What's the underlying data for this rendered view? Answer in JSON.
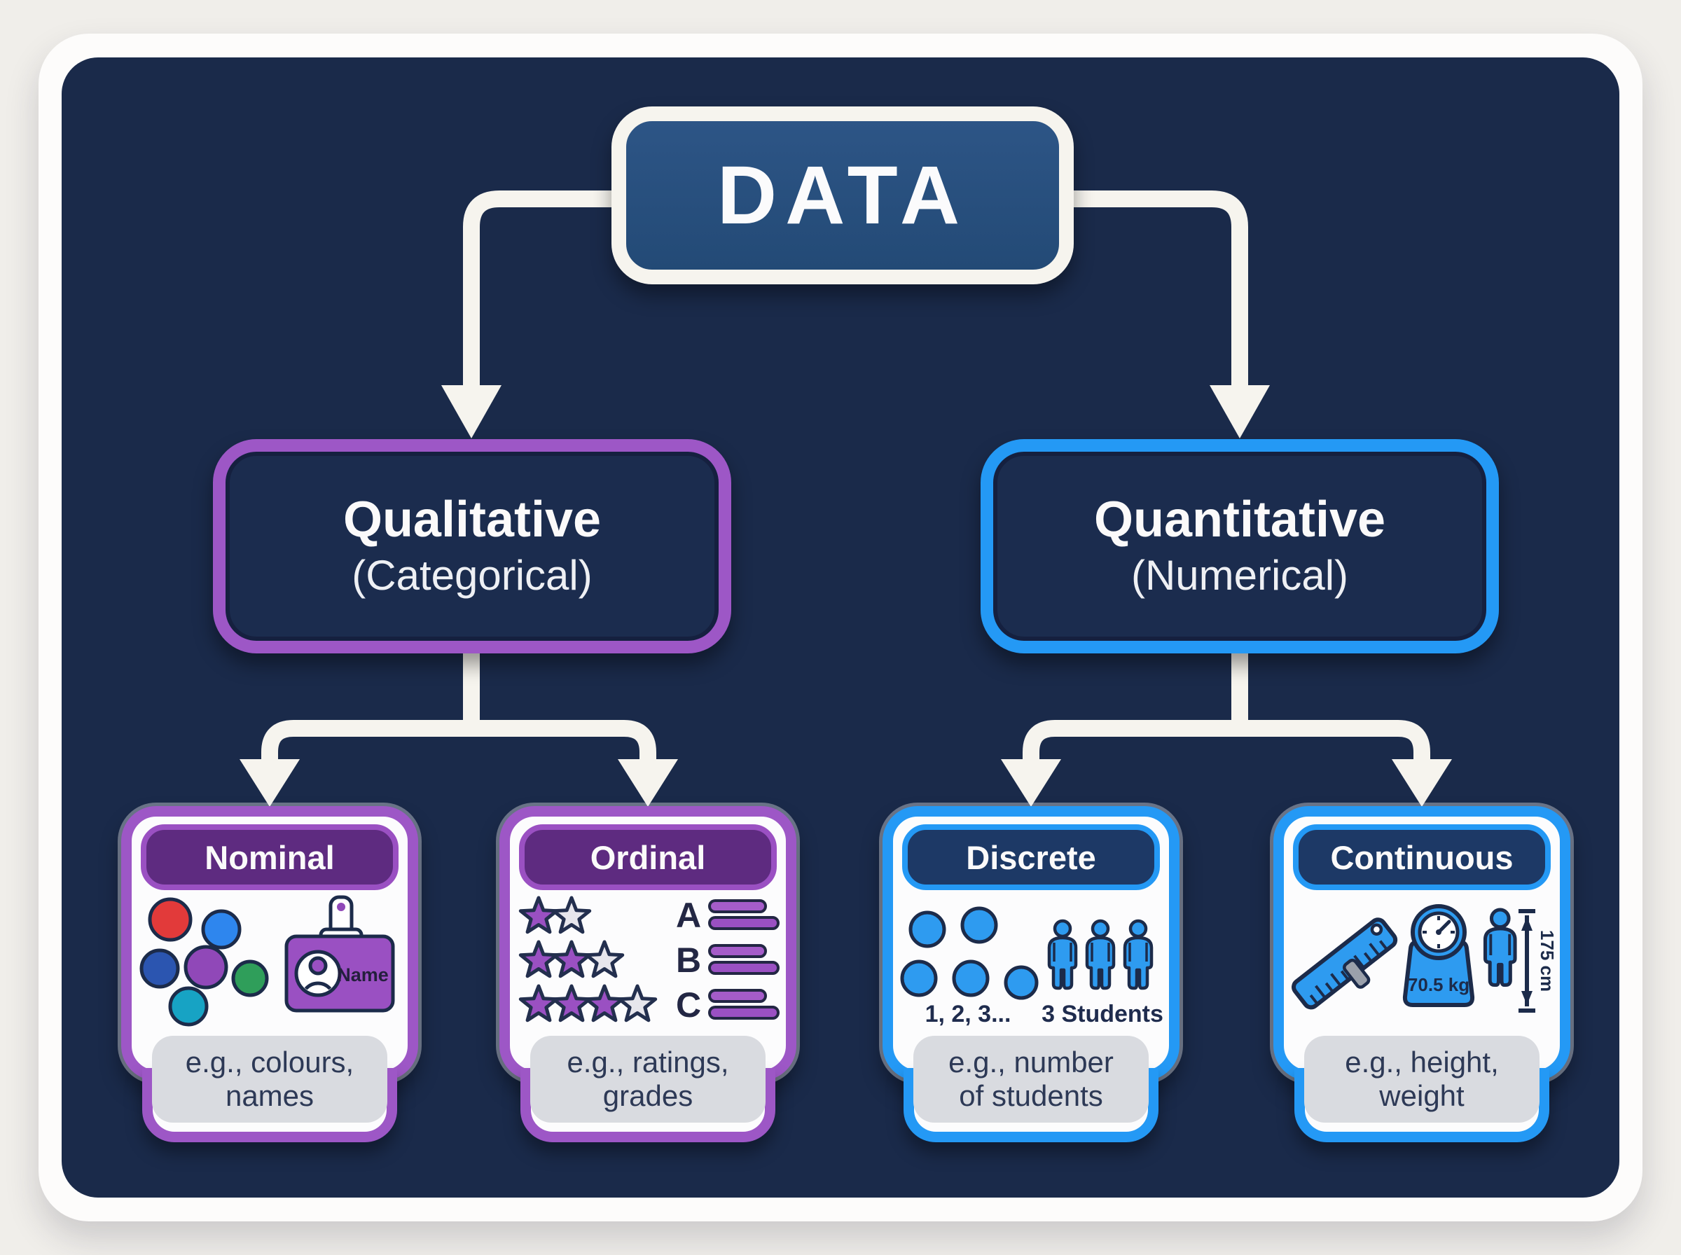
{
  "colors": {
    "page_bg": "#f0eeea",
    "frame_bg": "#fdfcfb",
    "panel_bg": "#1a2a4a",
    "connector": "#f6f4ee",
    "data_node_fill": "#2a4e7d",
    "purple_border": "#9d57c6",
    "purple_header": "#5e2b80",
    "purple_icon": "#9a50c2",
    "blue_border": "#2499f5",
    "blue_header": "#1d3966",
    "blue_icon": "#2e9bf0",
    "navy_text": "#232f4e",
    "example_bg": "#d9dbe0"
  },
  "root": {
    "label": "DATA"
  },
  "branches": [
    {
      "label": "Qualitative",
      "sublabel": "(Categorical)"
    },
    {
      "label": "Quantitative",
      "sublabel": "(Numerical)"
    }
  ],
  "cards": [
    {
      "title": "Nominal",
      "example_lines": [
        "e.g., colours,",
        "names"
      ],
      "icons": [
        "colored-dots-icon",
        "id-badge-icon"
      ],
      "badge_label": "Name",
      "dot_colors": [
        "#e23a3a",
        "#2e86ee",
        "#2b55b0",
        "#9048b8",
        "#2f9e5a",
        "#17a3c4"
      ]
    },
    {
      "title": "Ordinal",
      "example_lines": [
        "e.g., ratings,",
        "grades"
      ],
      "icons": [
        "star-rating-icon",
        "grade-list-icon"
      ],
      "star_rows": [
        {
          "filled": 1,
          "empty": 1
        },
        {
          "filled": 2,
          "empty": 1
        },
        {
          "filled": 3,
          "empty": 1
        }
      ],
      "grades": [
        "A",
        "B",
        "C"
      ]
    },
    {
      "title": "Discrete",
      "example_lines": [
        "e.g., number",
        "of students"
      ],
      "icons": [
        "counting-dots-icon",
        "students-icon"
      ],
      "count_label": "1, 2, 3...",
      "students_label": "3 Students",
      "dot_count": 5,
      "student_count": 3
    },
    {
      "title": "Continuous",
      "example_lines": [
        "e.g., height,",
        "weight"
      ],
      "icons": [
        "ruler-icon",
        "weighing-scale-icon",
        "person-height-icon"
      ],
      "weight_label": "70.5 kg",
      "height_label": "175 cm"
    }
  ]
}
